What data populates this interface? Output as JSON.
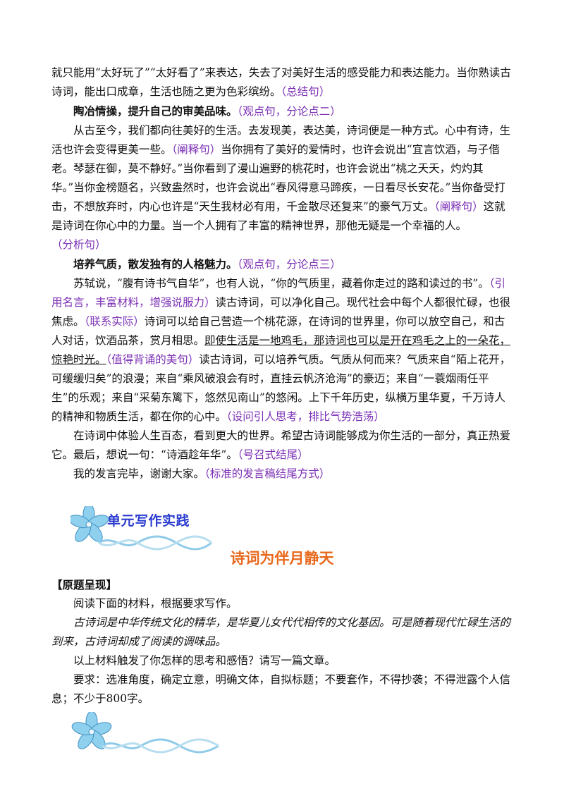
{
  "upper": {
    "p1": {
      "text": "就只能用“太好玩了”“太好看了”来表达，失去了对美好生活的感受能力和表达能力。当你熟读古诗词，能出口成章，生活也随之更为色彩缤纷。",
      "note": "（总结句）"
    },
    "h2": {
      "text": "陶冶情操，提升自己的审美品味。",
      "note": "（观点句，分论点二）"
    },
    "p2": {
      "a": "从古至今，我们都向往美好的生活。去发现美，表达美，诗词便是一种方式。心中有诗，生活也许会变得更美一些。",
      "n1": "（阐释句）",
      "b": "当你拥有了美好的爱情时，也许会说出“宜言饮酒，与子偕老。琴瑟在御，莫不静好。”当你看到了漫山遍野的桃花时，也许会说出“桃之夭夭，灼灼其华。”当你金榜题名，兴致盎然时，也许会说出“春风得意马蹄疾，一日看尽长安花。”当你备受打击，不想放弃时，内心也许是“天生我材必有用，千金散尽还复来”的豪气万丈。",
      "n2": "（阐释句）",
      "c": "这就是诗词在你心中的力量。当一个人拥有了丰富的精神世界，那他无疑是一个幸福的人。",
      "n3": "（分析句）"
    },
    "h3": {
      "text": "培养气质，散发独有的人格魅力。",
      "note": "（观点句，分论点三）"
    },
    "p3": {
      "a": "苏轼说，“腹有诗书气自华”，也有人说，“你的气质里，藏着你走过的路和读过的书”。",
      "n1": "（引用名言，丰富材料，增强说服力）",
      "b": "读古诗词，可以净化自己。现代社会中每个人都很忙碌，也很焦虑。",
      "n2": "（联系实际）",
      "c": "诗词可以给自己营造一个桃花源，在诗词的世界里，你可以放空自己，和古人对话，饮酒品茶，赏月相思。",
      "u": "即使生活是一地鸡毛，那诗词也可以是开在鸡毛之上的一朵花，惊艳时光。",
      "n3": "（值得背诵的美句）",
      "d": "读古诗词，可以培养气质。气质从何而来？气质来自“陌上花开，可缓缓归矣”的浪漫；来自“乘风破浪会有时，直挂云帆济沧海”的豪迈；来自“一蓑烟雨任平生”的乐观；来自“采菊东篱下，悠然见南山”的悠闲。上下千年历史，纵横万里华夏，千万诗人的精神和物质生活，都在你的心中。",
      "n4": "（设问引人思考，排比气势浩荡）"
    },
    "p4": {
      "text": "在诗词中体验人生百态，看到更大的世界。希望古诗词能够成为你生活的一部分，真正热爱它。最后，想说一句：“诗酒趁年华”。",
      "note": "（号召式结尾）"
    },
    "p5": {
      "text": "我的发言完毕，谢谢大家。",
      "note": "（标准的发言稿结尾方式）"
    }
  },
  "banner": {
    "title": "单元写作实践",
    "icon": "flower-icon"
  },
  "essay_title": "诗词为伴月静天",
  "prompt": {
    "section": "【原题呈现】",
    "intro": "阅读下面的材料，根据要求写作。",
    "material": "古诗词是中华传统文化的精华，是华夏儿女代代相传的文化基因。可是随着现代忙碌生活的到来，古诗词却成了阅读的调味品。",
    "question": "以上材料触发了你怎样的思考和感悟？请写一篇文章。",
    "requirements": "要求：选准角度，确定立意，明确文体，自拟标题；不要套作，不得抄袭；不得泄露个人信息；不少于800字。"
  },
  "colors": {
    "note": "#7b2fb5",
    "banner_title": "#2a3bd0",
    "essay_title": "#e8691d",
    "flower": "#7ec8ea"
  }
}
